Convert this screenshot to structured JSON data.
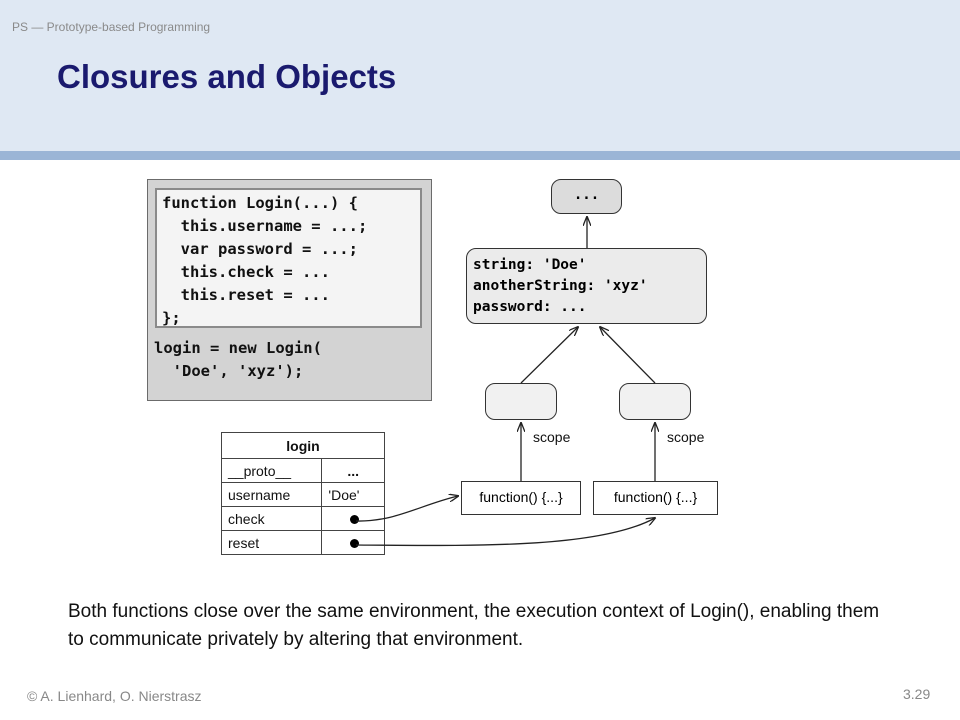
{
  "header": {
    "course": "PS — Prototype-based Programming",
    "title": "Closures and Objects"
  },
  "code": {
    "body": "function Login(...) {\n  this.username = ...;\n  var password = ...;\n  this.check = ...\n  this.reset = ...\n};",
    "call": "login = new Login(\n  'Doe', 'xyz');"
  },
  "login_table": {
    "header": "login",
    "rows": [
      {
        "key": "__proto__",
        "value": "..."
      },
      {
        "key": "username",
        "value": "'Doe'"
      },
      {
        "key": "check",
        "value": ""
      },
      {
        "key": "reset",
        "value": ""
      }
    ]
  },
  "environment": {
    "parent": "...",
    "lines": [
      "string: 'Doe'",
      "anotherString: 'xyz'",
      "password: ..."
    ]
  },
  "functions": {
    "left": "function() {...}",
    "right": "function() {...}",
    "scope_label_left": "scope",
    "scope_label_right": "scope"
  },
  "caption": "Both functions close over the same environment, the execution context of Login(), enabling them to communicate privately by altering that environment.",
  "footer": {
    "authors": "© A. Lienhard, O. Nierstrasz",
    "page": "3.29"
  }
}
